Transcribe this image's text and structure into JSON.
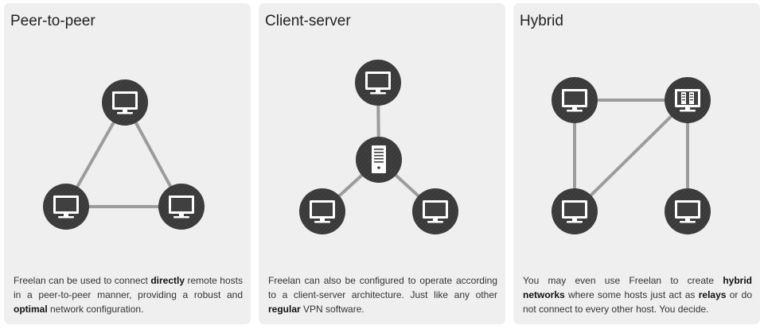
{
  "colors": {
    "panel_bg": "#efefef",
    "node_fill": "#404040",
    "link_stroke": "#9c9c9c",
    "icon_fill": "#ffffff"
  },
  "panels": [
    {
      "title": "Peer-to-peer",
      "description": [
        {
          "text": "Freelan can be used to connect ",
          "bold": false
        },
        {
          "text": "directly",
          "bold": true
        },
        {
          "text": " remote hosts in a peer-to-peer manner, providing a robust and ",
          "bold": false
        },
        {
          "text": "optimal",
          "bold": true
        },
        {
          "text": " network configuration.",
          "bold": false
        }
      ]
    },
    {
      "title": "Client-server",
      "description": [
        {
          "text": "Freelan can also be configured to operate according to a client-server architecture. Just like any other ",
          "bold": false
        },
        {
          "text": "regular",
          "bold": true
        },
        {
          "text": " VPN software.",
          "bold": false
        }
      ]
    },
    {
      "title": "Hybrid",
      "description": [
        {
          "text": "You may even use Freelan to create ",
          "bold": false
        },
        {
          "text": "hybrid networks",
          "bold": true
        },
        {
          "text": " where some hosts just act as ",
          "bold": false
        },
        {
          "text": "relays",
          "bold": true
        },
        {
          "text": " or do not connect to every other host. You decide.",
          "bold": false
        }
      ]
    }
  ],
  "diagrams": [
    {
      "nodes": [
        {
          "id": "top",
          "icon": "monitor-icon"
        },
        {
          "id": "left",
          "icon": "monitor-icon"
        },
        {
          "id": "right",
          "icon": "monitor-icon"
        }
      ],
      "links": [
        [
          "top",
          "left"
        ],
        [
          "top",
          "right"
        ],
        [
          "left",
          "right"
        ]
      ]
    },
    {
      "nodes": [
        {
          "id": "top",
          "icon": "monitor-icon"
        },
        {
          "id": "center",
          "icon": "server-tower-icon"
        },
        {
          "id": "left",
          "icon": "monitor-icon"
        },
        {
          "id": "right",
          "icon": "monitor-icon"
        }
      ],
      "links": [
        [
          "top",
          "center"
        ],
        [
          "center",
          "left"
        ],
        [
          "center",
          "right"
        ]
      ]
    },
    {
      "nodes": [
        {
          "id": "top-left",
          "icon": "monitor-icon"
        },
        {
          "id": "top-right",
          "icon": "relay-server-icon"
        },
        {
          "id": "bottom-left",
          "icon": "monitor-icon"
        },
        {
          "id": "bottom-right",
          "icon": "monitor-icon"
        }
      ],
      "links": [
        [
          "top-left",
          "top-right"
        ],
        [
          "top-left",
          "bottom-left"
        ],
        [
          "top-right",
          "bottom-left"
        ],
        [
          "top-right",
          "bottom-right"
        ]
      ]
    }
  ]
}
